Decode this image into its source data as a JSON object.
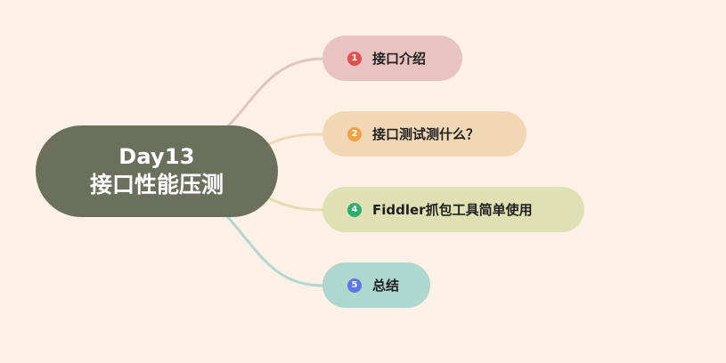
{
  "root": {
    "title": "Day13",
    "subtitle": "接口性能压测",
    "color": "#6a705c"
  },
  "branches": [
    {
      "marker": "1",
      "label": "接口介绍",
      "fill": "#e8c3c0",
      "marker_color": "#e0504e",
      "line_color": "#e3c4bd"
    },
    {
      "marker": "2",
      "label": "接口测试测什么？",
      "fill": "#f2d7b4",
      "marker_color": "#eea346",
      "line_color": "#f0d8b5"
    },
    {
      "marker": "4",
      "label": "Fiddler抓包工具简单使用",
      "fill": "#dfe0b4",
      "marker_color": "#2eae6c",
      "line_color": "#e3dfb1"
    },
    {
      "marker": "5",
      "label": "总结",
      "fill": "#aed7d0",
      "marker_color": "#5f74e6",
      "line_color": "#b3d6ce"
    }
  ],
  "background": "#fdf1e7"
}
